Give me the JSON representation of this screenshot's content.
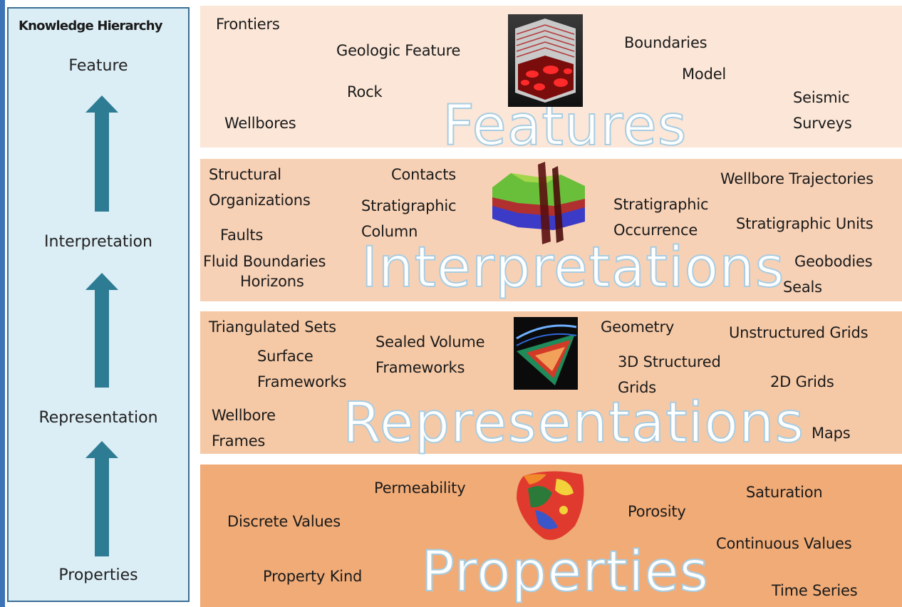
{
  "hierarchy": {
    "title": "Knowledge Hierarchy",
    "levels": [
      "Feature",
      "Interpretation",
      "Representation",
      "Properties"
    ]
  },
  "bands": {
    "features": {
      "heading": "Features",
      "items": [
        "Frontiers",
        "Geologic Feature",
        "Rock",
        "Wellbores",
        "Boundaries",
        "Model",
        "Seismic\nSurveys"
      ]
    },
    "interpretations": {
      "heading": "Interpretations",
      "items": [
        "Structural\nOrganizations",
        "Faults",
        "Fluid Boundaries",
        "Horizons",
        "Contacts",
        "Stratigraphic\nColumn",
        "Stratigraphic\nOccurrence",
        "Wellbore Trajectories",
        "Stratigraphic Units",
        "Geobodies",
        "Seals"
      ]
    },
    "representations": {
      "heading": "Representations",
      "items": [
        "Triangulated Sets",
        "Surface\nFrameworks",
        "Sealed Volume\nFrameworks",
        "Wellbore\nFrames",
        "Geometry",
        "3D Structured\nGrids",
        "Unstructured Grids",
        "2D Grids",
        "Maps"
      ]
    },
    "properties": {
      "heading": "Properties",
      "items": [
        "Permeability",
        "Discrete Values",
        "Property Kind",
        "Porosity",
        "Saturation",
        "Continuous Values",
        "Time Series"
      ]
    }
  },
  "colors": {
    "panel": "#dbedf5",
    "arrow": "#2e7c93",
    "band1": "#fbe6d7",
    "band2": "#f7d1b6",
    "band3": "#f6c9a6",
    "band4": "#f0ab77",
    "outline_text": "#a8cde2"
  }
}
